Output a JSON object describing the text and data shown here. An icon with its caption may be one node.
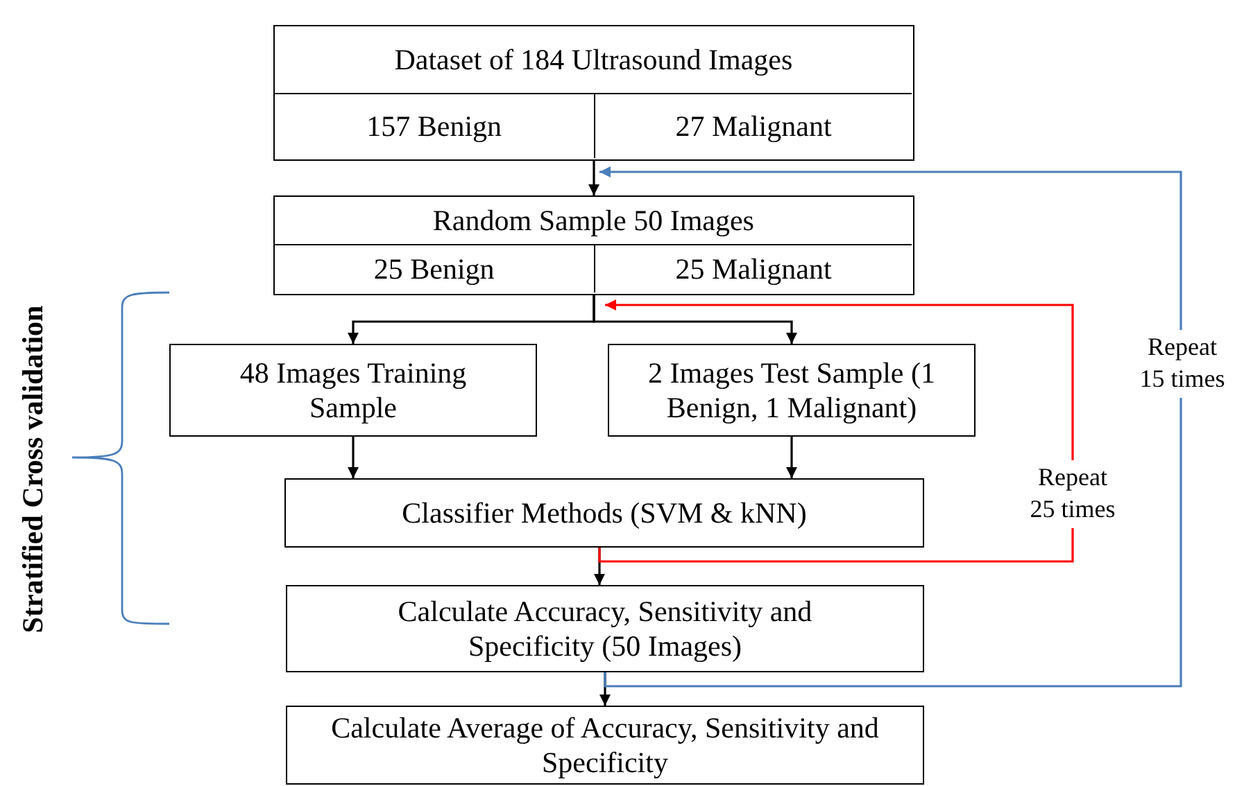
{
  "diagram": {
    "nodes": [
      {
        "text": [
          "Dataset of 184 Ultrasound Images",
          "157 Benign",
          "27 Malignant"
        ]
      },
      {
        "text": [
          "Random Sample 50 Images",
          "25 Benign",
          "25 Malignant"
        ]
      },
      {
        "text": [
          "48 Images Training Sample"
        ]
      },
      {
        "text": [
          "2 Images Test Sample (1 Benign, 1 Malignant)"
        ]
      },
      {
        "text": [
          "Classifier Methods (SVM & kNN)"
        ]
      },
      {
        "text": [
          "Calculate Accuracy, Sensitivity and Specificity (50 Images)"
        ]
      },
      {
        "text": [
          "Calculate Average of Accuracy, Sensitivity and Specificity"
        ]
      }
    ],
    "edges": [
      {
        "from": 0,
        "to": 1,
        "arrow": "to"
      },
      {
        "from": 1,
        "to": 2,
        "arrow": "to"
      },
      {
        "from": 1,
        "to": 3,
        "arrow": "to"
      },
      {
        "from": 2,
        "to": 4,
        "arrow": "to"
      },
      {
        "from": 3,
        "to": 4,
        "arrow": "to"
      },
      {
        "from": 4,
        "to": 5,
        "arrow": "to"
      },
      {
        "from": 5,
        "to": 6,
        "arrow": "to"
      },
      {
        "from": 4,
        "to": 1,
        "arrow": "to",
        "label": "Repeat 25 times",
        "color": "#ff0000"
      },
      {
        "from": 5,
        "to": 1,
        "arrow": "to",
        "label": "Repeat 15 times",
        "color": "#4a7ebb"
      }
    ],
    "labels": [
      "Stratified Cross validation"
    ]
  }
}
